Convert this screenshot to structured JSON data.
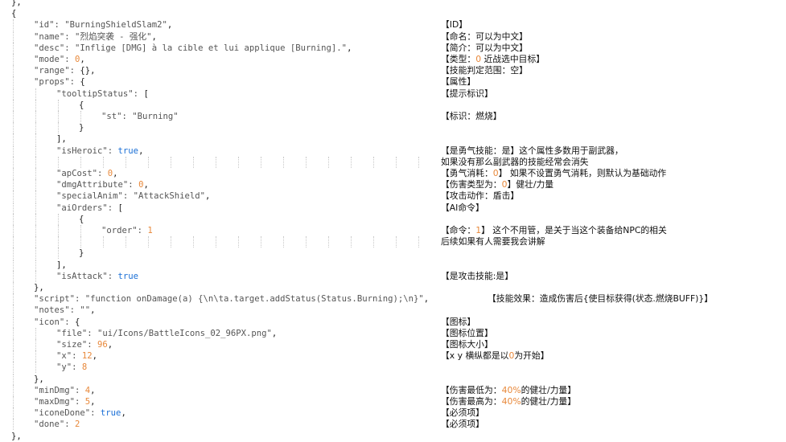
{
  "lines": [
    {
      "indent": 0,
      "segs": [
        [
          "},",
          "pn"
        ]
      ]
    },
    {
      "indent": 0,
      "segs": [
        [
          "{",
          "pn"
        ]
      ]
    },
    {
      "indent": 1,
      "segs": [
        [
          "\"id\": ",
          "str"
        ],
        [
          "\"BurningShieldSlam2\"",
          "str"
        ],
        [
          ",",
          "pn"
        ]
      ],
      "note": "【ID】"
    },
    {
      "indent": 1,
      "segs": [
        [
          "\"name\": ",
          "str"
        ],
        [
          "\"烈焰突袭 - 强化\"",
          "str"
        ],
        [
          ",",
          "pn"
        ]
      ],
      "note": "【命名：可以为中文】"
    },
    {
      "indent": 1,
      "segs": [
        [
          "\"desc\": ",
          "str"
        ],
        [
          "\"Inflige [DMG] à la cible et lui applique [Burning].\"",
          "str"
        ],
        [
          ",",
          "pn"
        ]
      ],
      "note": "【简介：可以为中文】"
    },
    {
      "indent": 1,
      "segs": [
        [
          "\"mode\": ",
          "str"
        ],
        [
          "0",
          "num"
        ],
        [
          ",",
          "pn"
        ]
      ],
      "note": "【类型：0 近战选中目标】"
    },
    {
      "indent": 1,
      "segs": [
        [
          "\"range\": ",
          "str"
        ],
        [
          "{}",
          "pn"
        ],
        [
          ",",
          "pn"
        ]
      ],
      "note": "【技能判定范围：空】"
    },
    {
      "indent": 1,
      "segs": [
        [
          "\"props\": ",
          "str"
        ],
        [
          "{",
          "pn"
        ]
      ],
      "note": "【属性】"
    },
    {
      "indent": 2,
      "segs": [
        [
          "\"tooltipStatus\": ",
          "str"
        ],
        [
          "[",
          "pn"
        ]
      ],
      "note": "【提示标识】"
    },
    {
      "indent": 3,
      "segs": [
        [
          "{",
          "pn"
        ]
      ]
    },
    {
      "indent": 4,
      "segs": [
        [
          "\"st\": ",
          "str"
        ],
        [
          "\"Burning\"",
          "str"
        ]
      ],
      "note": "【标识：燃烧】"
    },
    {
      "indent": 3,
      "segs": [
        [
          "}",
          "pn"
        ]
      ]
    },
    {
      "indent": 2,
      "segs": [
        [
          "],",
          "pn"
        ]
      ]
    },
    {
      "indent": 2,
      "segs": [
        [
          "\"isHeroic\": ",
          "str"
        ],
        [
          "true",
          "kw"
        ],
        [
          ",",
          "pn"
        ]
      ],
      "note": "【是勇气技能：是】这个属性多数用于副武器，"
    },
    {
      "indent": 2,
      "segs": [],
      "dots": true,
      "note": "如果没有那么副武器的技能经常会消失"
    },
    {
      "indent": 2,
      "segs": [
        [
          "\"apCost\": ",
          "str"
        ],
        [
          "0",
          "num"
        ],
        [
          ",",
          "pn"
        ]
      ],
      "note": "【勇气消耗：0】 如果不设置勇气消耗，则默认为基础动作"
    },
    {
      "indent": 2,
      "segs": [
        [
          "\"dmgAttribute\": ",
          "str"
        ],
        [
          "0",
          "num"
        ],
        [
          ",",
          "pn"
        ]
      ],
      "note": "【伤害类型为：0】健壮/力量"
    },
    {
      "indent": 2,
      "segs": [
        [
          "\"specialAnim\": ",
          "str"
        ],
        [
          "\"AttackShield\"",
          "str"
        ],
        [
          ",",
          "pn"
        ]
      ],
      "note": "【攻击动作：盾击】"
    },
    {
      "indent": 2,
      "segs": [
        [
          "\"aiOrders\": ",
          "str"
        ],
        [
          "[",
          "pn"
        ]
      ],
      "note": "【AI命令】"
    },
    {
      "indent": 3,
      "segs": [
        [
          "{",
          "pn"
        ]
      ]
    },
    {
      "indent": 4,
      "segs": [
        [
          "\"order\": ",
          "str"
        ],
        [
          "1",
          "num"
        ]
      ],
      "note": "【命令：1】 这个不用管，是关于当这个装备给NPC的相关"
    },
    {
      "indent": 4,
      "segs": [],
      "dots": true,
      "note": "后续如果有人需要我会讲解"
    },
    {
      "indent": 3,
      "segs": [
        [
          "}",
          "pn"
        ]
      ]
    },
    {
      "indent": 2,
      "segs": [
        [
          "],",
          "pn"
        ]
      ]
    },
    {
      "indent": 2,
      "segs": [
        [
          "\"isAttack\": ",
          "str"
        ],
        [
          "true",
          "kw"
        ]
      ],
      "note": "【是攻击技能:是】"
    },
    {
      "indent": 1,
      "segs": [
        [
          "},",
          "pn"
        ]
      ]
    },
    {
      "indent": 1,
      "segs": [
        [
          "\"script\": ",
          "str"
        ],
        [
          "\"function onDamage(a) {\\n\\ta.target.addStatus(Status.Burning);\\n}\"",
          "str"
        ],
        [
          ",",
          "pn"
        ]
      ],
      "note": "【技能效果：造成伤害后{使目标获得(状态.燃烧BUFF)}】",
      "note_x": "far"
    },
    {
      "indent": 1,
      "segs": [
        [
          "\"notes\": ",
          "str"
        ],
        [
          "\"\"",
          "str"
        ],
        [
          ",",
          "pn"
        ]
      ]
    },
    {
      "indent": 1,
      "segs": [
        [
          "\"icon\": ",
          "str"
        ],
        [
          "{",
          "pn"
        ]
      ],
      "note": "【图标】"
    },
    {
      "indent": 2,
      "segs": [
        [
          "\"file\": ",
          "str"
        ],
        [
          "\"ui/Icons/BattleIcons_02_96PX.png\"",
          "str"
        ],
        [
          ",",
          "pn"
        ]
      ],
      "note": "【图标位置】"
    },
    {
      "indent": 2,
      "segs": [
        [
          "\"size\": ",
          "str"
        ],
        [
          "96",
          "num"
        ],
        [
          ",",
          "pn"
        ]
      ],
      "note": "【图标大小】"
    },
    {
      "indent": 2,
      "segs": [
        [
          "\"x\": ",
          "str"
        ],
        [
          "12",
          "num"
        ],
        [
          ",",
          "pn"
        ]
      ],
      "note": "【x y 横纵都是以0为开始】"
    },
    {
      "indent": 2,
      "segs": [
        [
          "\"y\": ",
          "str"
        ],
        [
          "8",
          "num"
        ]
      ]
    },
    {
      "indent": 1,
      "segs": [
        [
          "},",
          "pn"
        ]
      ]
    },
    {
      "indent": 1,
      "segs": [
        [
          "\"minDmg\": ",
          "str"
        ],
        [
          "4",
          "num"
        ],
        [
          ",",
          "pn"
        ]
      ],
      "note": "【伤害最低为：40%的健壮/力量】"
    },
    {
      "indent": 1,
      "segs": [
        [
          "\"maxDmg\": ",
          "str"
        ],
        [
          "5",
          "num"
        ],
        [
          ",",
          "pn"
        ]
      ],
      "note": "【伤害最高为：40%的健壮/力量】"
    },
    {
      "indent": 1,
      "segs": [
        [
          "\"iconeDone\": ",
          "str"
        ],
        [
          "true",
          "kw"
        ],
        [
          ",",
          "pn"
        ]
      ],
      "note": "【必须项】"
    },
    {
      "indent": 1,
      "segs": [
        [
          "\"done\": ",
          "str"
        ],
        [
          "2",
          "num"
        ]
      ],
      "note": "【必须项】"
    },
    {
      "indent": 0,
      "segs": [
        [
          "},",
          "pn"
        ]
      ]
    }
  ]
}
